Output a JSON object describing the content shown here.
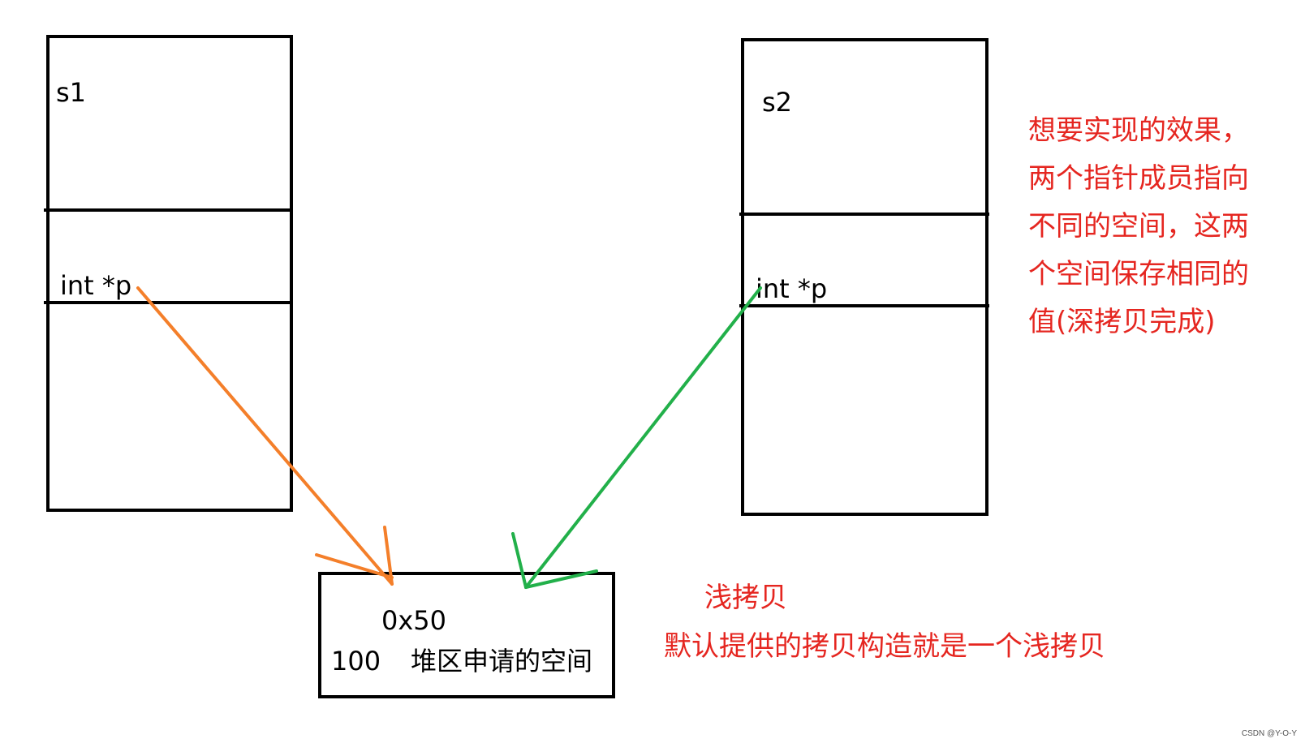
{
  "left_object": {
    "name": "s1",
    "member": "int *p"
  },
  "right_object": {
    "name": "s2",
    "member": "int *p"
  },
  "heap": {
    "address": "0x50",
    "value": "100",
    "label": "堆区申请的空间"
  },
  "goal_note": {
    "lines": [
      "想要实现的效果，",
      "两个指针成员指向",
      "不同的空间，这两",
      "个空间保存相同的",
      "值(深拷贝完成)"
    ]
  },
  "shallow_note": {
    "title": "浅拷贝",
    "description": "默认提供的拷贝构造就是一个浅拷贝"
  },
  "colors": {
    "outline": "#000000",
    "s1_arrow": "#f47f2a",
    "s2_arrow": "#22b04a",
    "annotation": "#e52620"
  },
  "watermark": "CSDN @Y-O-Y"
}
